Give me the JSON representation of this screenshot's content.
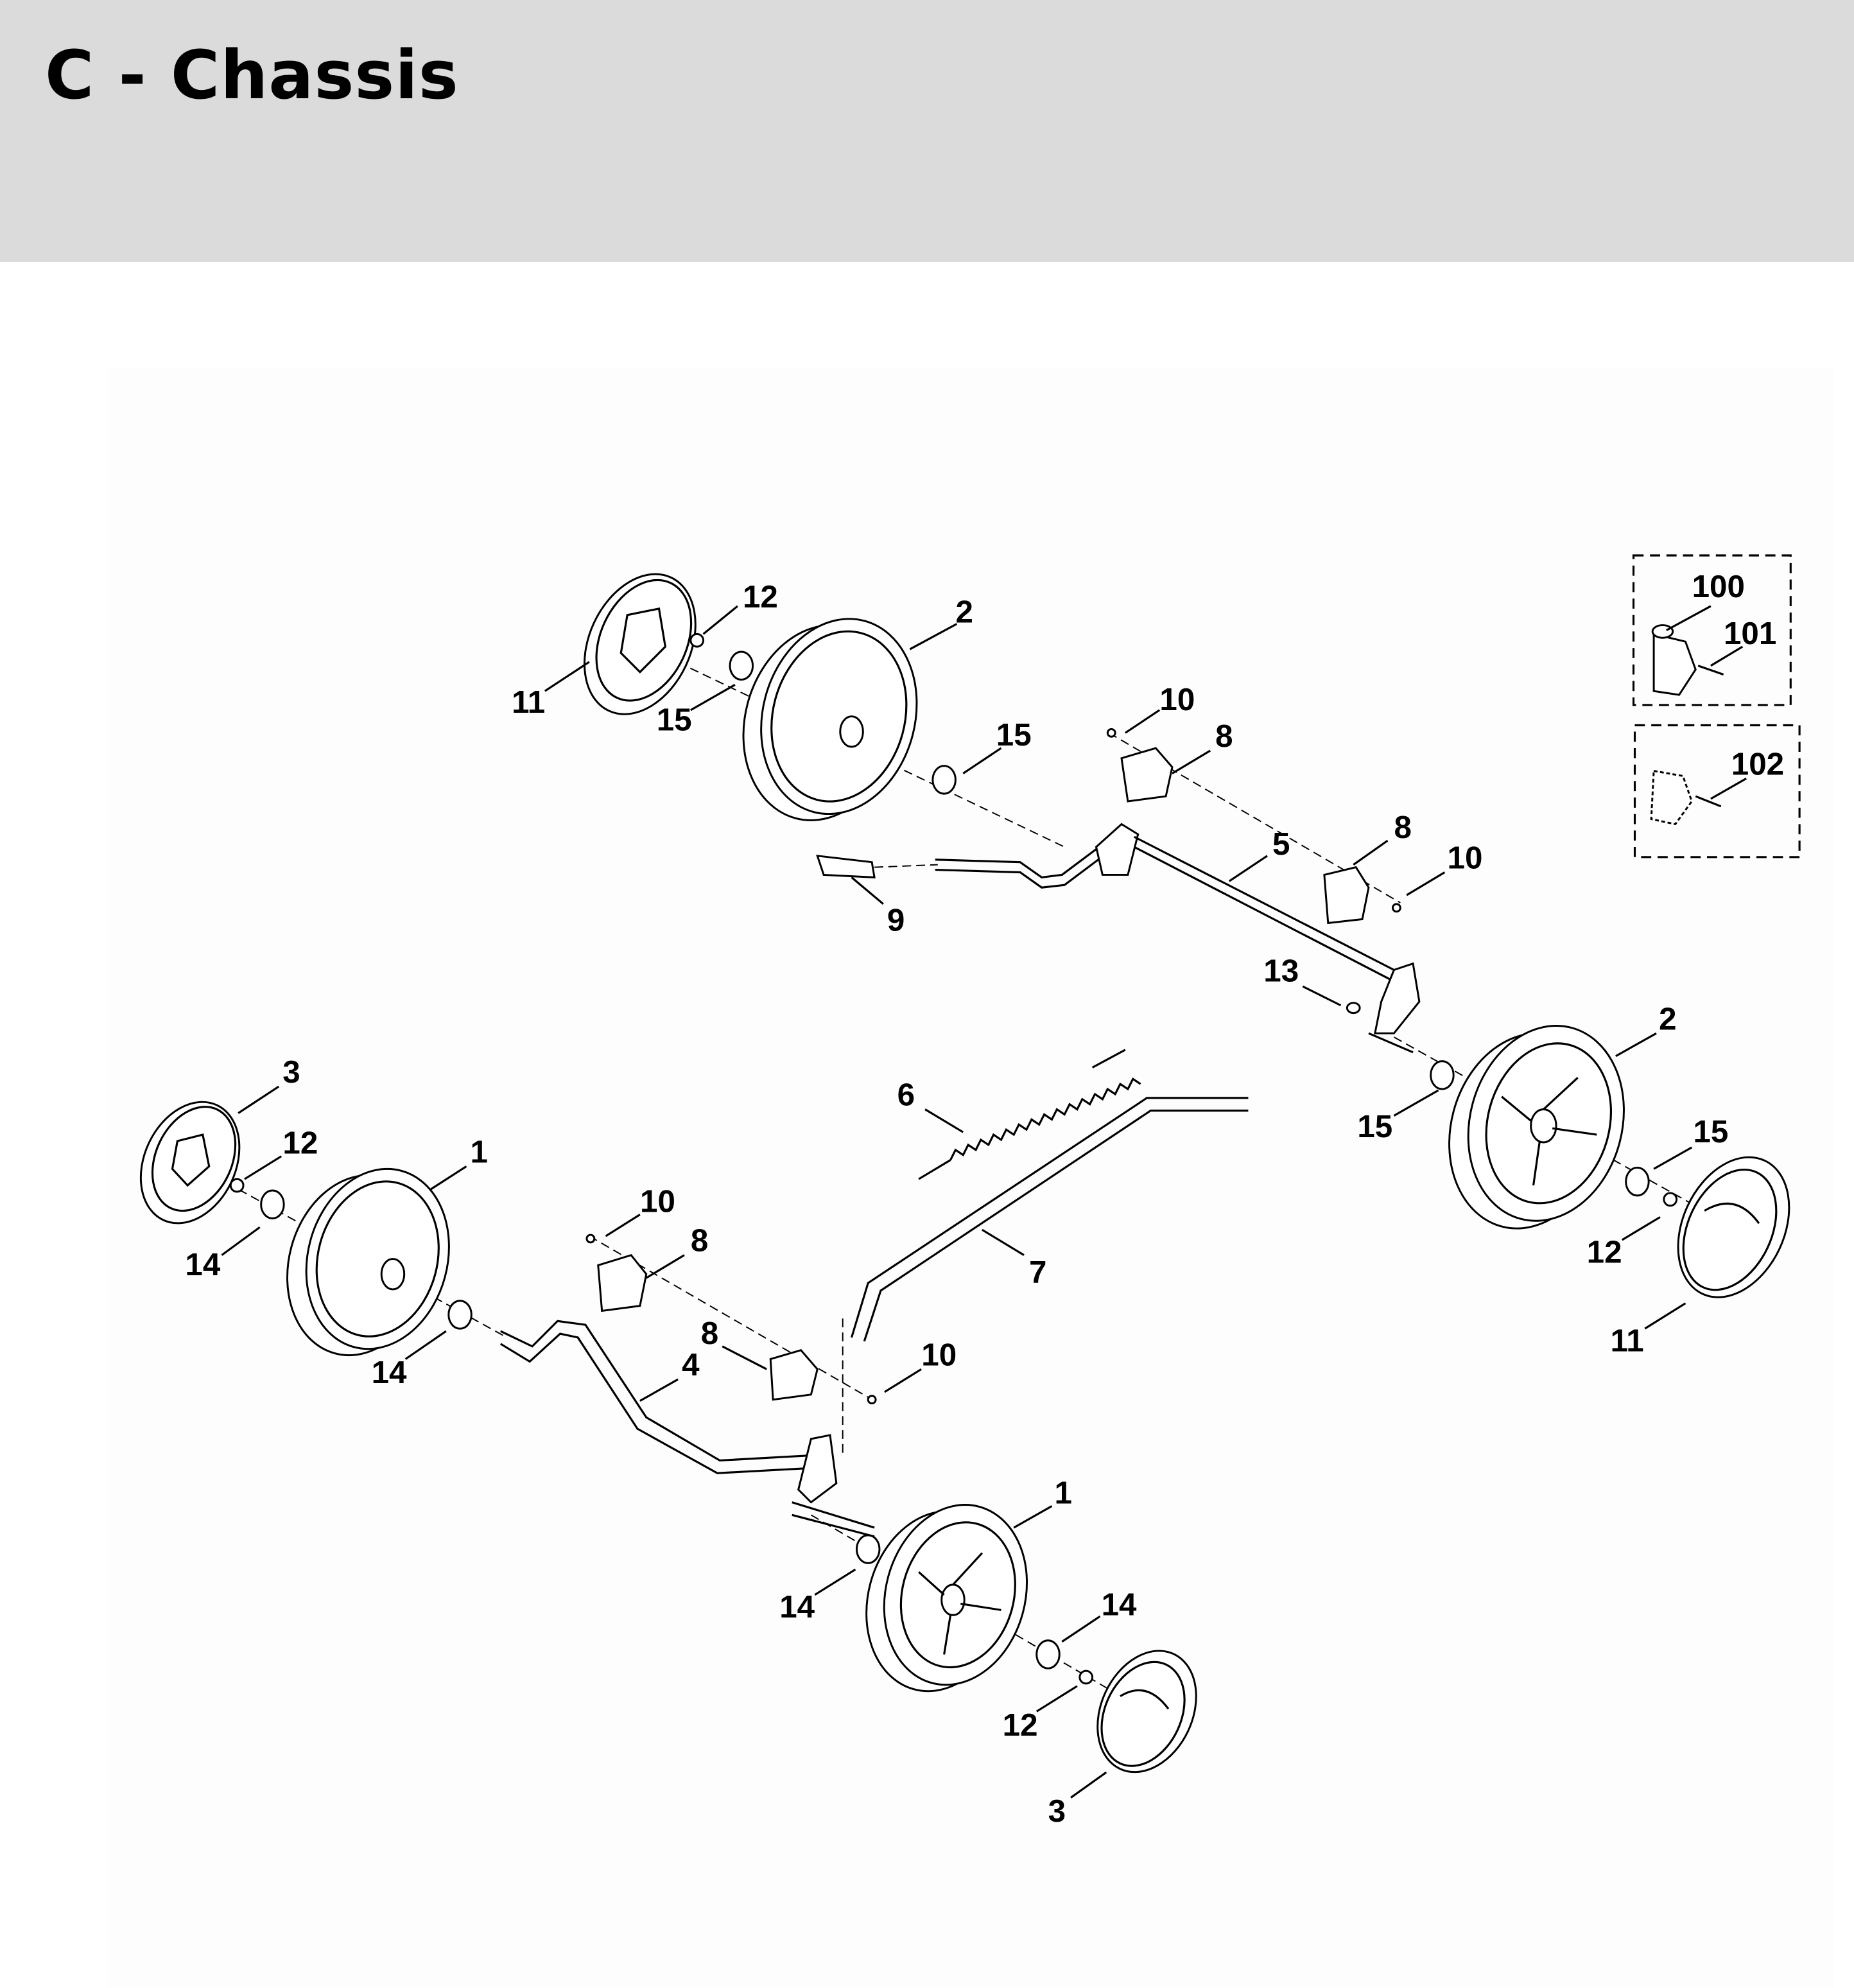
{
  "header": {
    "title": "C - Chassis"
  },
  "callouts": [
    "12",
    "2",
    "11",
    "15",
    "10",
    "15",
    "8",
    "5",
    "8",
    "10",
    "9",
    "13",
    "2",
    "6",
    "3",
    "12",
    "1",
    "15",
    "15",
    "10",
    "8",
    "14",
    "12",
    "7",
    "11",
    "8",
    "10",
    "4",
    "14",
    "1",
    "14",
    "14",
    "12",
    "3"
  ],
  "inset_callouts": [
    "100",
    "101",
    "102"
  ]
}
